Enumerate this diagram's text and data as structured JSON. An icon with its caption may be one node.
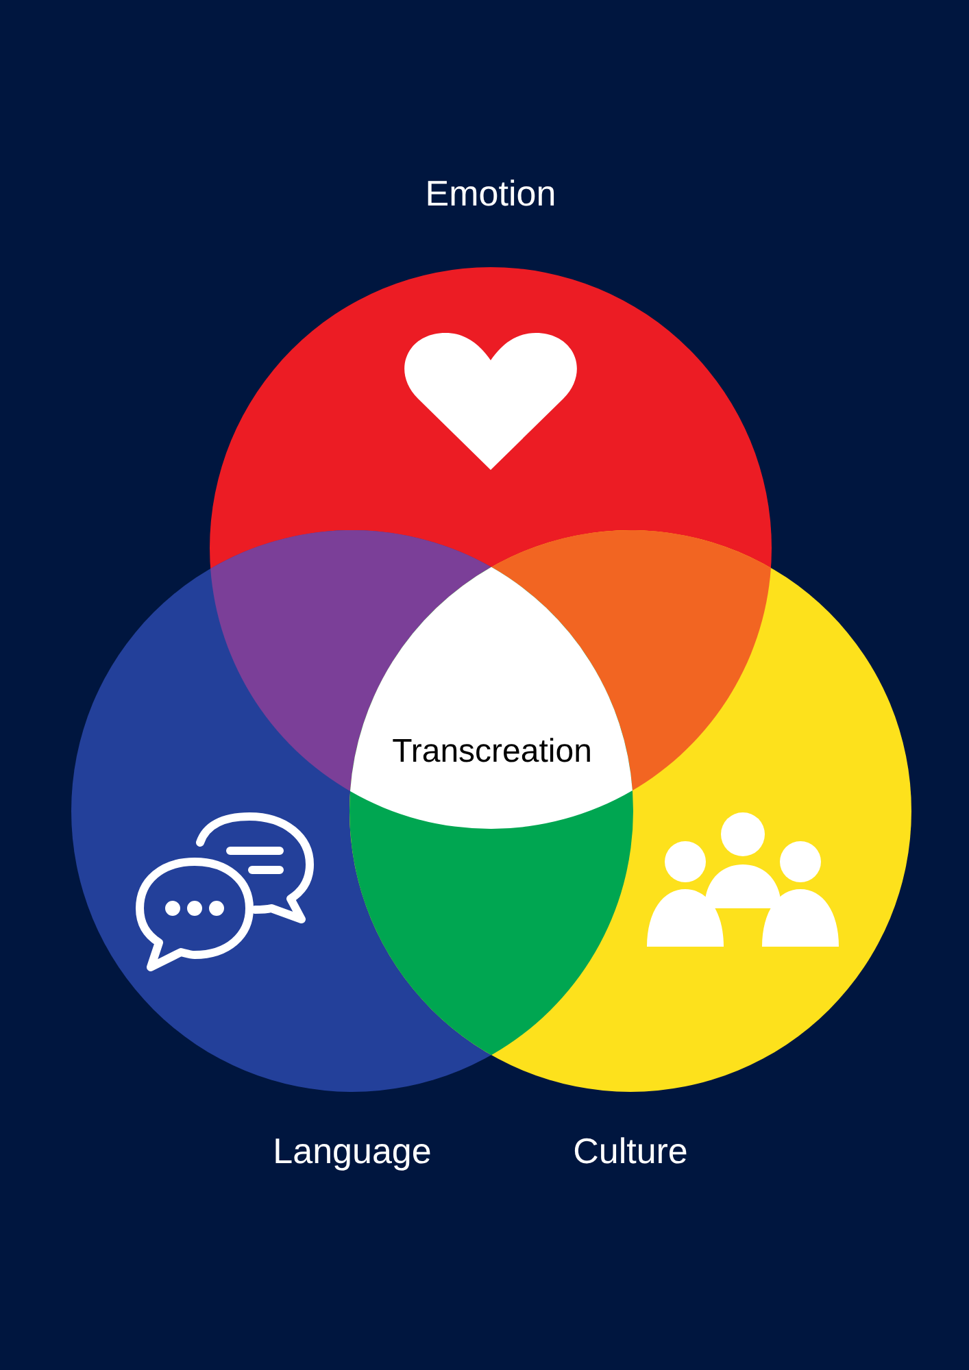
{
  "diagram": {
    "nodes": [
      {
        "text": [
          "Emotion"
        ]
      },
      {
        "text": [
          "Language"
        ]
      },
      {
        "text": [
          "Culture"
        ]
      },
      {
        "text": [
          "Transcreation"
        ]
      }
    ]
  }
}
